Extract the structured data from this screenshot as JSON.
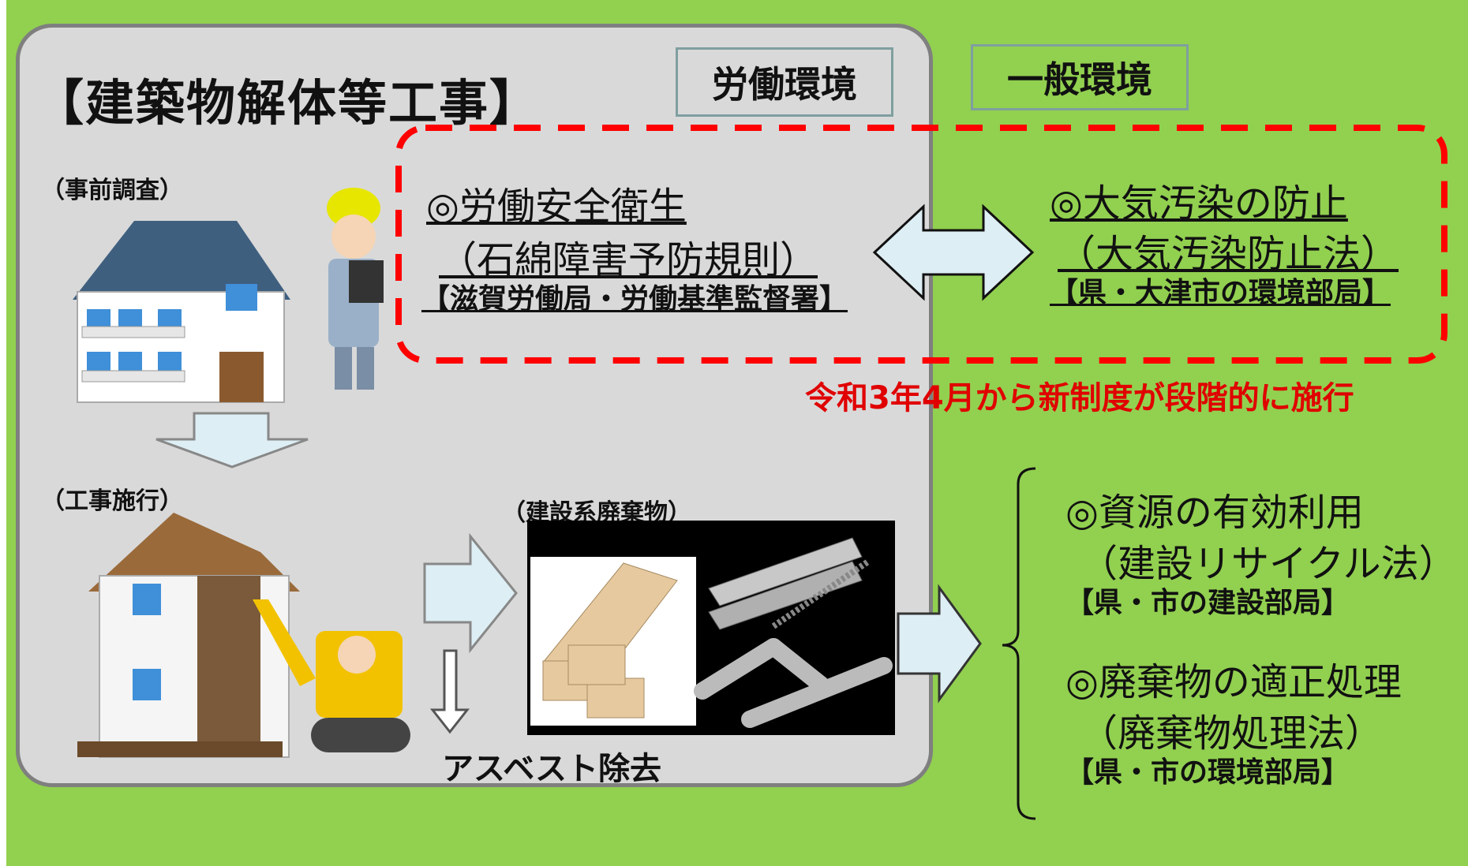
{
  "title": "【建築物解体等工事】",
  "tags": {
    "labor": "労働環境",
    "general": "一般環境"
  },
  "captions": {
    "survey": "（事前調査）",
    "construction": "（工事施行）",
    "waste": "（建設系廃棄物）",
    "asbestos": "アスベスト除去"
  },
  "labor_law": {
    "heading": "◎労働安全衛生",
    "sub": "（石綿障害予防規則）",
    "office": "【滋賀労働局・労働基準監督署】"
  },
  "air_law": {
    "heading": "◎大気汚染の防止",
    "sub": "（大気汚染防止法）",
    "office": "【県・大津市の環境部局】"
  },
  "note": "令和3年4月から新制度が段階的に施行",
  "recycle_law": {
    "heading": "◎資源の有効利用",
    "sub": "（建設リサイクル法）",
    "office": "【県・市の建設部局】"
  },
  "waste_law": {
    "heading": "◎廃棄物の適正処理",
    "sub": "（廃棄物処理法）",
    "office": "【県・市の環境部局】"
  },
  "colors": {
    "green_bg": "#92d050",
    "gray_panel": "#d9d9d9",
    "dashed_border": "#ff0000",
    "note_text": "#e00000",
    "arrow_fill": "#ddeef4"
  }
}
